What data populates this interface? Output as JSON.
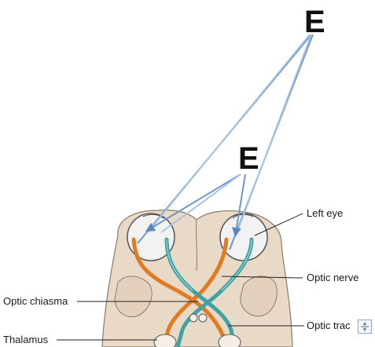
{
  "letters": {
    "far_object": "E",
    "near_object": "E"
  },
  "labels": {
    "left_eye": "Left eye",
    "optic_nerve": "Optic nerve",
    "optic_chiasma": "Optic chiasma",
    "optic_tract": "Optic trac",
    "thalamus": "Thalamus"
  },
  "colors": {
    "left_pathway": "#e07b22",
    "right_pathway": "#3fa3a3",
    "brain": "#e9d9c7",
    "eyeball": "#f2f2f2",
    "light_ray": "#6b98c8"
  },
  "icons": {
    "resize_handle": "collapse-arrows-icon"
  }
}
